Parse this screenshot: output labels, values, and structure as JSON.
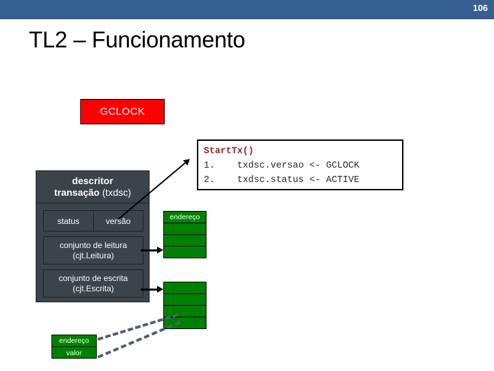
{
  "header": {
    "page_number": "106",
    "bar_color": "#36608f"
  },
  "title": "TL2 – Funcionamento",
  "gclock": {
    "label": "GCLOCK",
    "fill_color": "#fe0000",
    "text_color": "#ffffff"
  },
  "code": {
    "title": "StartTx()",
    "title_color": "#a02020",
    "lines": [
      "1.    txdsc.versao <- GCLOCK",
      "2.    txdsc.status <- ACTIVE"
    ]
  },
  "txdsc": {
    "header_line1": "descritor",
    "header_line2_bold": "transação",
    "header_line2_rest": " (txdsc)",
    "fill_color": "#3b444a",
    "fields": {
      "status": "status",
      "versao": "versão"
    },
    "read_set_line1": "conjunto de leitura",
    "read_set_line2": "(cjt.Leitura)",
    "write_set_line1": "conjunto de escrita",
    "write_set_line2": "(cjt.Escrita)"
  },
  "memory": {
    "fill_color": "#008000",
    "table_read": {
      "rows": [
        "endereço",
        "",
        "",
        ""
      ]
    },
    "table_write": {
      "rows": [
        "",
        "",
        "",
        ""
      ]
    },
    "entry_pair": {
      "rows": [
        "endereço",
        "valor"
      ]
    }
  },
  "connectors": {
    "dashed_color": "#4a6179",
    "arrow_color": "#000000"
  }
}
